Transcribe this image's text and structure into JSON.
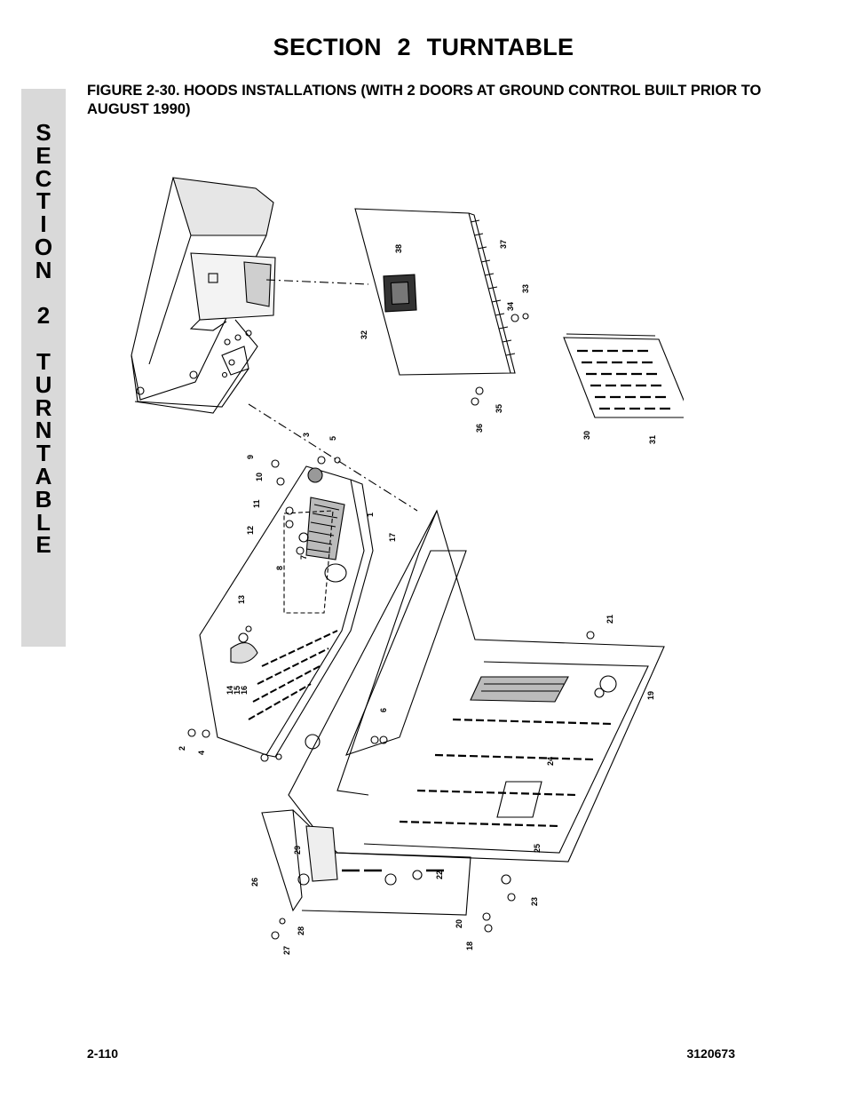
{
  "header": {
    "section_title": "SECTION 2   TURNTABLE",
    "figure_title": "FIGURE 2-30.  HOODS INSTALLATIONS (WITH 2 DOORS AT GROUND CONTROL BUILT PRIOR TO AUGUST 1990)"
  },
  "side_tab": {
    "letters": [
      "S",
      "E",
      "C",
      "T",
      "I",
      "O",
      "N",
      "",
      "2",
      "",
      "T",
      "U",
      "R",
      "N",
      "T",
      "A",
      "B",
      "L",
      "E"
    ]
  },
  "diagram": {
    "callouts": [
      "1",
      "2",
      "3",
      "4",
      "5",
      "6",
      "7",
      "8",
      "9",
      "10",
      "11",
      "12",
      "13",
      "14",
      "15",
      "16",
      "17",
      "18",
      "19",
      "20",
      "21",
      "22",
      "23",
      "24",
      "25",
      "26",
      "27",
      "28",
      "29",
      "30",
      "31",
      "32",
      "33",
      "34",
      "35",
      "36",
      "37",
      "38"
    ]
  },
  "footer": {
    "page_number": "2-110",
    "doc_number": "3120673"
  }
}
